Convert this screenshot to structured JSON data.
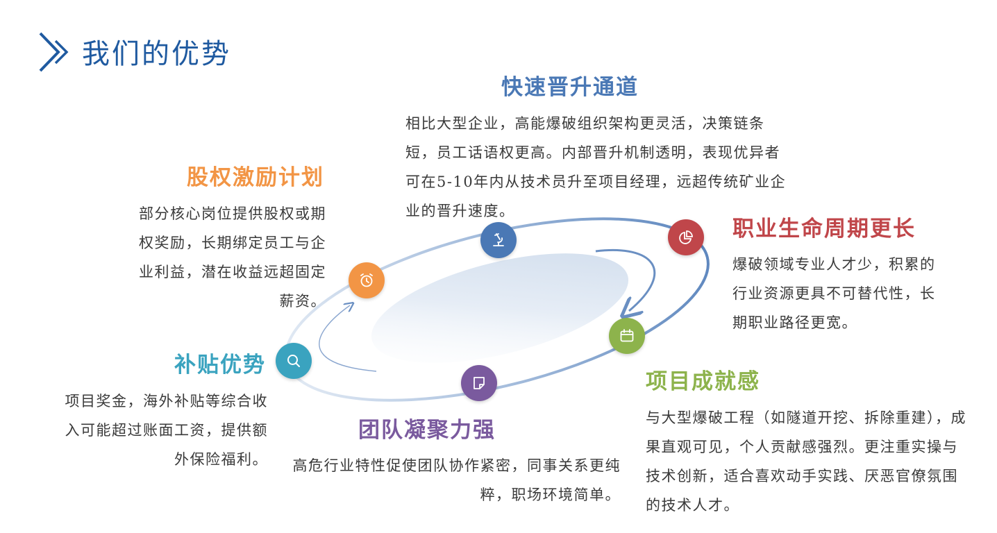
{
  "page": {
    "title": "我们的优势",
    "accent_color": "#1f5aa0"
  },
  "advantages": [
    {
      "key": "promotion",
      "title": "快速晋升通道",
      "color": "#4a78b5",
      "icon": "microscope-icon",
      "text": "相比大型企业，高能爆破组织架构更灵活，决策链条短，员工话语权更高。内部晋升机制透明，表现优异者可在5-10年内从技术员升至项目经理，远超传统矿业企业的晋升速度。"
    },
    {
      "key": "equity",
      "title": "股权激励计划",
      "color": "#f29545",
      "icon": "alarm-clock-icon",
      "text": "部分核心岗位提供股权或期权奖励，长期绑定员工与企业利益，潜在收益远超固定薪资。"
    },
    {
      "key": "career",
      "title": "职业生命周期更长",
      "color": "#c0464a",
      "icon": "pie-chart-icon",
      "text": "爆破领域专业人才少，积累的行业资源更具不可替代性，长期职业路径更宽。"
    },
    {
      "key": "subsidy",
      "title": "补贴优势",
      "color": "#3aa3bf",
      "icon": "search-icon",
      "text": "项目奖金，海外补贴等综合收入可能超过账面工资，提供额外保险福利。"
    },
    {
      "key": "achievement",
      "title": "项目成就感",
      "color": "#8db34c",
      "icon": "calendar-icon",
      "text": "与大型爆破工程（如隧道开挖、拆除重建），成果直观可见，个人贡献感强烈。更注重实操与技术创新，适合喜欢动手实践、厌恶官僚氛围的技术人才。"
    },
    {
      "key": "team",
      "title": "团队凝聚力强",
      "color": "#7a5a9e",
      "icon": "document-icon",
      "text": "高危行业特性促使团队协作紧密，同事关系更纯粹，职场环境简单。"
    }
  ]
}
